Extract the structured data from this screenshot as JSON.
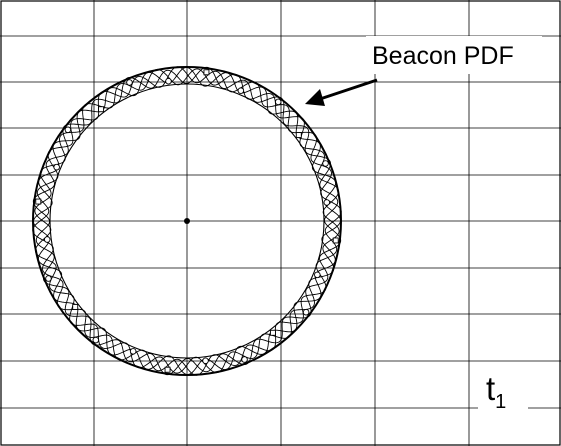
{
  "annotation": {
    "text": "Beacon PDF"
  },
  "time_label": {
    "base": "t",
    "subscript": "1"
  },
  "colors": {
    "line": "#000000",
    "background": "#ffffff"
  }
}
